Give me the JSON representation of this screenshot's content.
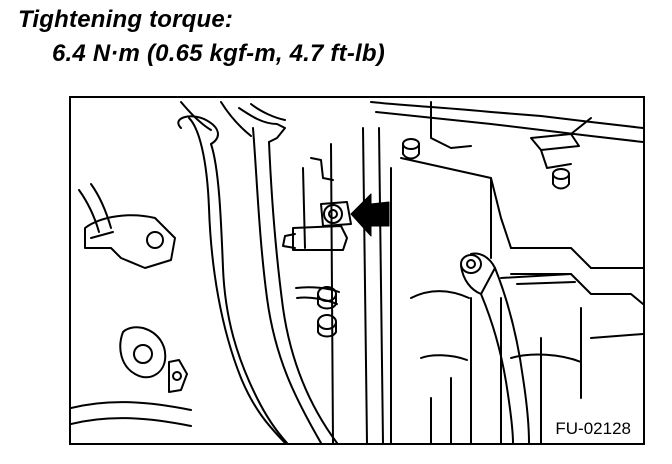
{
  "heading": {
    "title": "Tightening torque:",
    "spec": "6.4 N·m (0.65 kgf-m, 4.7 ft-lb)"
  },
  "figure": {
    "code": "FU-02128"
  }
}
